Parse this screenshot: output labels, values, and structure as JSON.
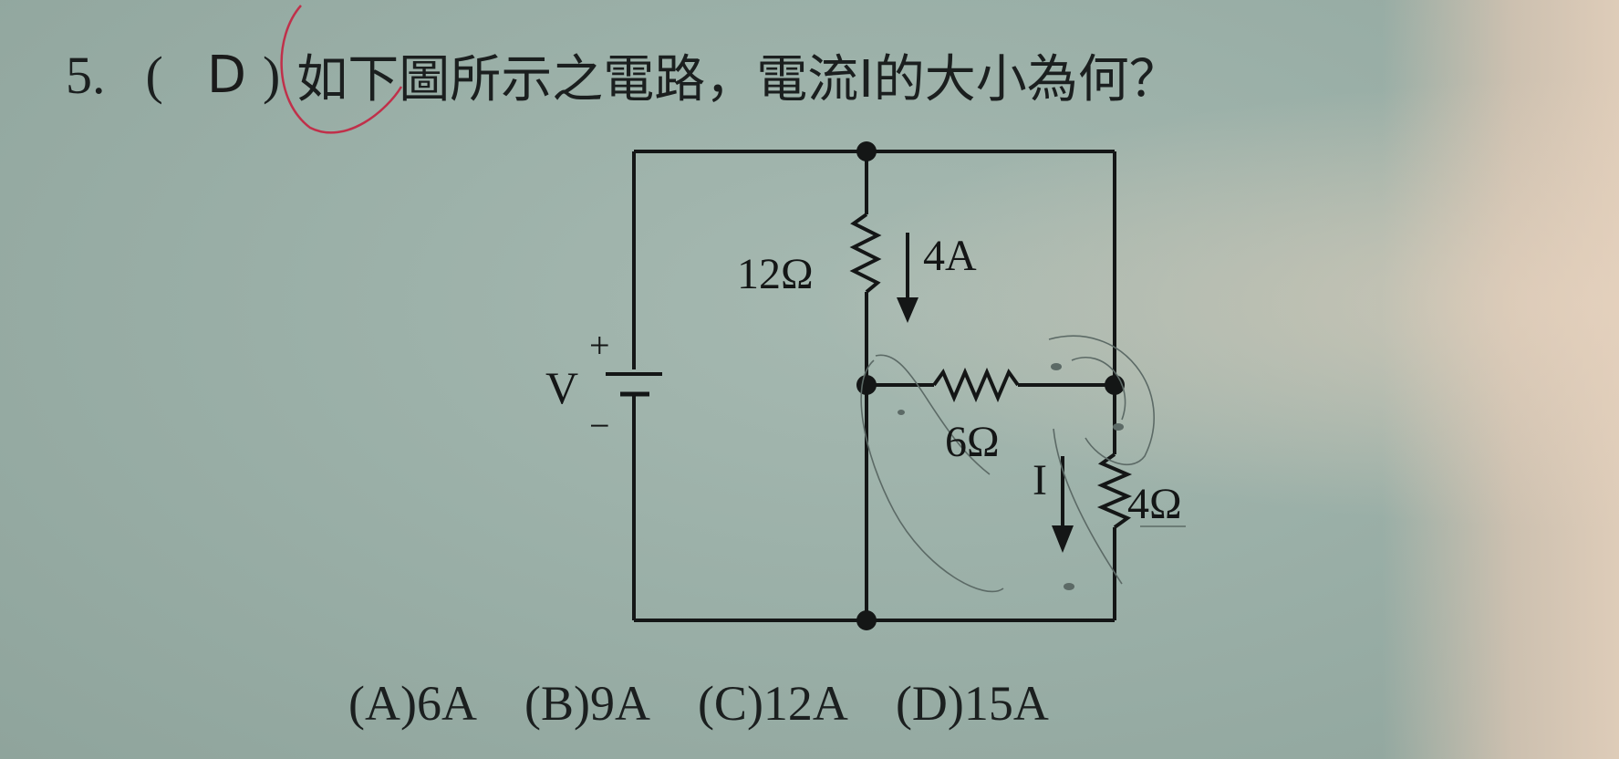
{
  "question": {
    "number": "5.",
    "open_paren": "(",
    "answer": "D",
    "close_paren": ")",
    "text": "如下圖所示之電路，電流I的大小為何？"
  },
  "circuit": {
    "source_label": "V",
    "plus": "+",
    "minus": "−",
    "r1_label": "12Ω",
    "r1_current": "4A",
    "r2_label": "6Ω",
    "r3_label": "4Ω",
    "i_label": "I"
  },
  "options": [
    {
      "label": "(A)6A"
    },
    {
      "label": "(B)9A"
    },
    {
      "label": "(C)12A"
    },
    {
      "label": "(D)15A"
    }
  ],
  "colors": {
    "ink": "#141616",
    "pencil": "#5c6a66",
    "red_pen": "#c0304a"
  }
}
